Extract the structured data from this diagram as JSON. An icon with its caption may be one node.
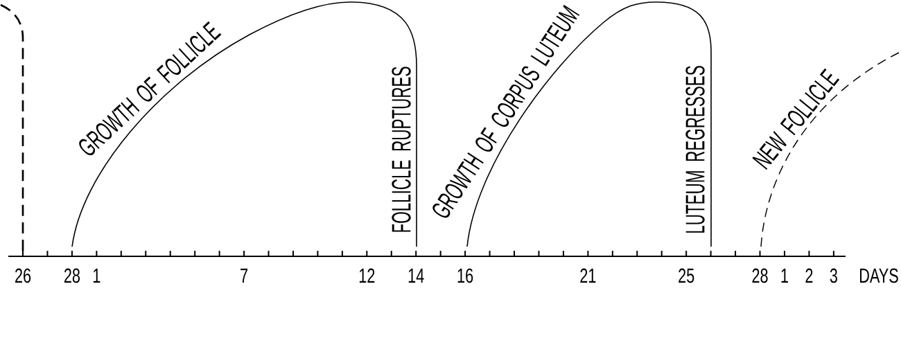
{
  "diagram": {
    "labels": [
      "GROWTH OF FOLLICLE",
      "FOLLICLE RUPTURES",
      "GROWTH OF CORPUS LUTEUM",
      "LUTEUM REGRESSES",
      "NEW FOLLICLE",
      "26",
      "28",
      "1",
      "7",
      "12",
      "14",
      "16",
      "21",
      "25",
      "28",
      "1",
      "2",
      "3",
      "DAYS"
    ]
  }
}
